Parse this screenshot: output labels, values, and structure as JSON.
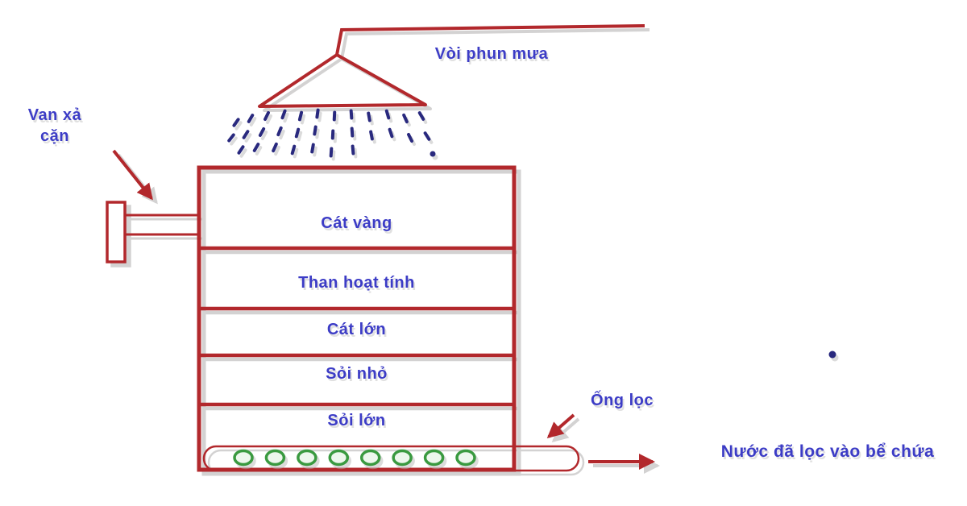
{
  "labels": {
    "spray_nozzle": "Vòi phun mưa",
    "drain_valve": "Van xả cặn",
    "filter_pipe": "Ống lọc",
    "filtered_water": "Nước đã lọc vào bể chứa"
  },
  "tank_layers": [
    "Cát vàng",
    "Than hoạt tính",
    "Cát lớn",
    "Sỏi nhỏ",
    "Sỏi lớn"
  ],
  "filter_pipe": {
    "hole_count": 8
  },
  "colors": {
    "line_red": "#b2282c",
    "label_blue": "#3c3cc6",
    "spray_navy": "#29297e",
    "hole_green": "#3a9a40",
    "shadow_grey": "#c2c2c2",
    "background": "#ffffff"
  }
}
